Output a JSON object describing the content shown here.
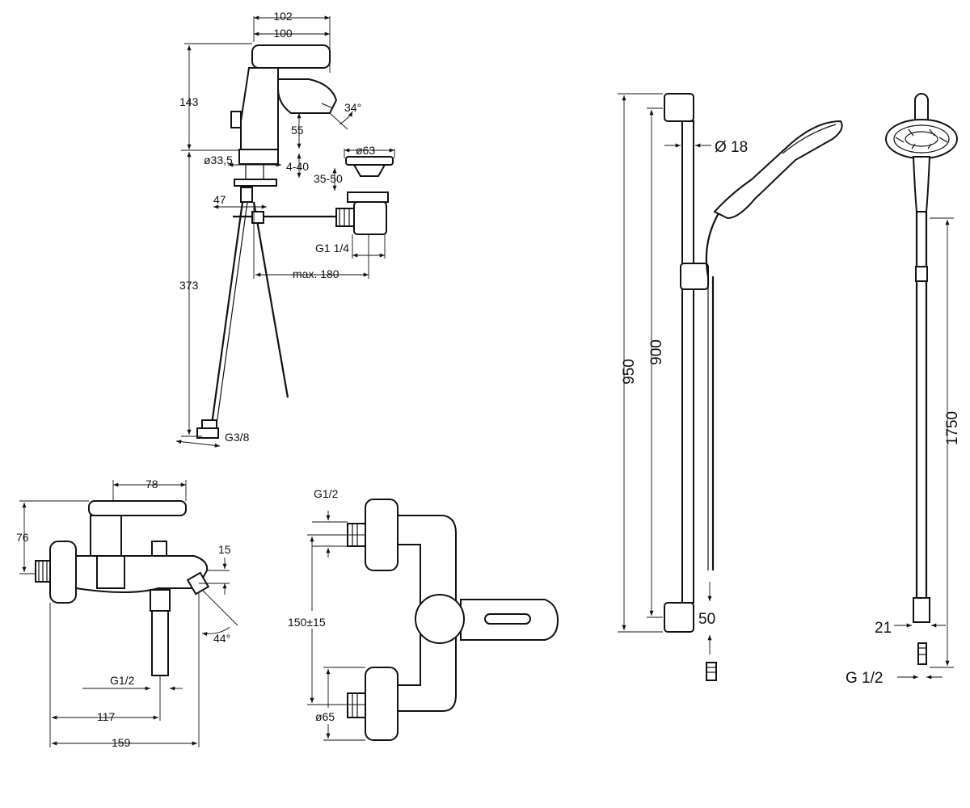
{
  "basin_mixer": {
    "dim_102": "102",
    "dim_100": "100",
    "dim_143": "143",
    "dim_34deg": "34°",
    "dim_55": "55",
    "dim_d33_5": "ø33,5",
    "dim_4_40": "4-40",
    "dim_d63": "ø63",
    "dim_35_50": "35-50",
    "dim_47": "47",
    "dim_373": "373",
    "dim_g1_1_4": "G1 1/4",
    "dim_max180": "max. 180",
    "dim_g3_8": "G3/8"
  },
  "bath_mixer_side": {
    "dim_78": "78",
    "dim_76": "76",
    "dim_15": "15",
    "dim_44deg": "44°",
    "dim_g1_2": "G1/2",
    "dim_117": "117",
    "dim_159": "159"
  },
  "bath_mixer_top": {
    "dim_g1_2": "G1/2",
    "dim_150": "150±15",
    "dim_d65": "ø65"
  },
  "shower_rail": {
    "dim_950": "950",
    "dim_900": "900",
    "dim_d18": "Ø 18",
    "dim_50": "50"
  },
  "shower_hose": {
    "dim_1750": "1750",
    "dim_21": "21",
    "dim_g1_2": "G 1/2"
  }
}
